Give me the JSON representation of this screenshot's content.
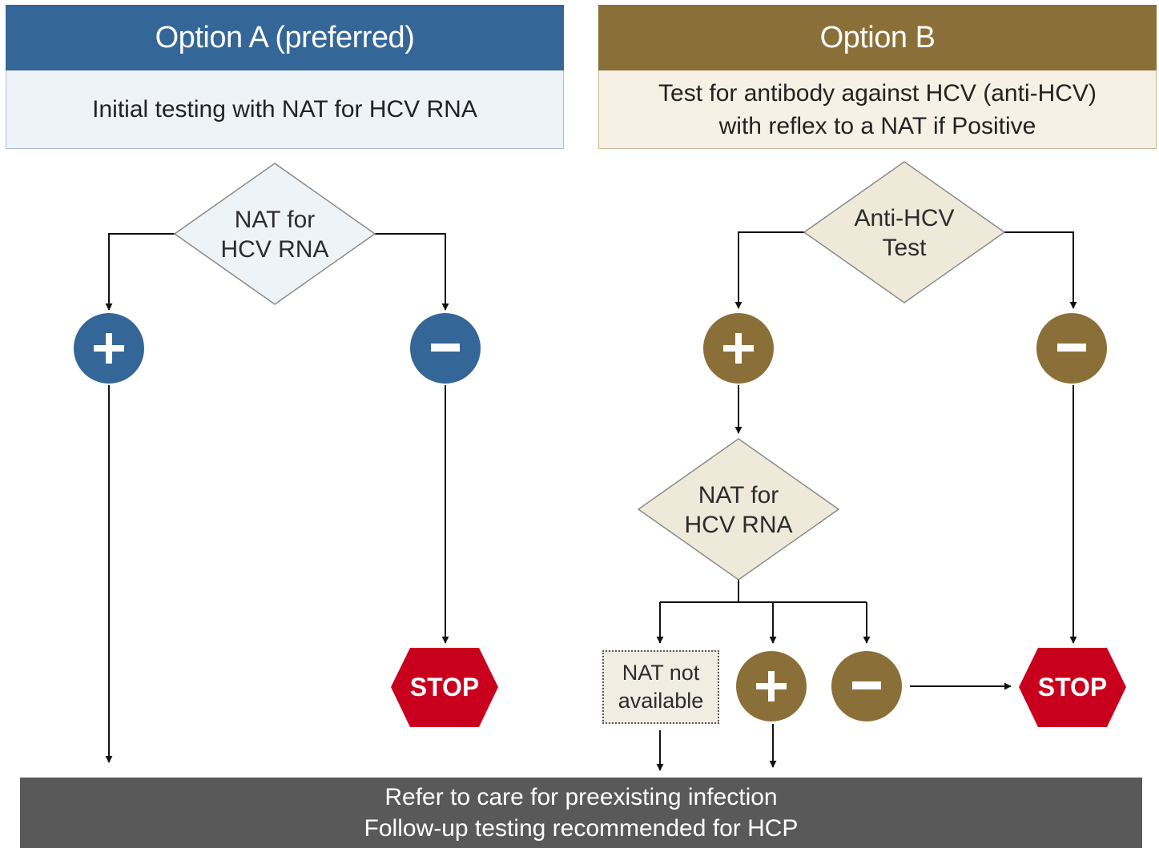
{
  "option_a": {
    "title": "Option A (preferred)",
    "description": "Initial testing with NAT for HCV RNA",
    "decision": [
      "NAT for",
      "HCV RNA"
    ],
    "stop_label": "STOP"
  },
  "option_b": {
    "title": "Option B",
    "description": [
      "Test for antibody against HCV (anti-HCV)",
      "with reflex to a NAT if Positive"
    ],
    "decision_1": [
      "Anti-HCV",
      "Test"
    ],
    "decision_2": [
      "NAT for",
      "HCV RNA"
    ],
    "nat_not_available": [
      "NAT not",
      "available"
    ],
    "stop_label": "STOP"
  },
  "footer": [
    "Refer to care for preexisting infection",
    "Follow-up testing recommended for HCP"
  ],
  "colors": {
    "option_a": "#346698",
    "option_b": "#8a7038",
    "stop": "#c8001e",
    "footer": "#595959"
  },
  "icons": {
    "positive": "plus-icon",
    "negative": "minus-icon",
    "stop": "stop-sign-icon"
  }
}
